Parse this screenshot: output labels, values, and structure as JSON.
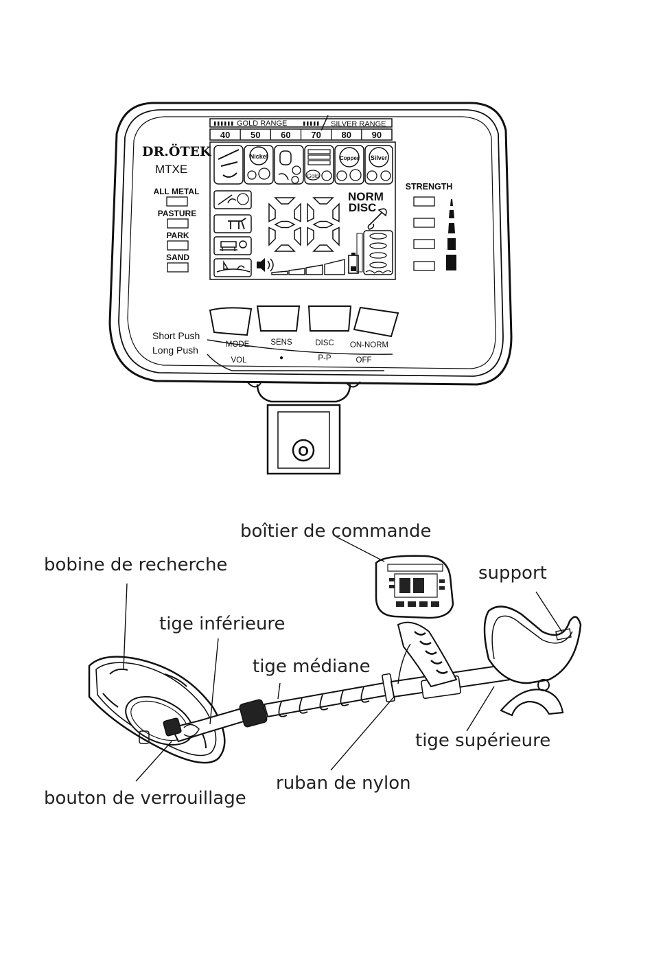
{
  "control_panel": {
    "brand": "DR.ÖTEK",
    "model": "MTXE",
    "range_bar": {
      "gold_label": "GOLD RANGE",
      "silver_label": "SILVER RANGE",
      "scale": [
        "40",
        "50",
        "60",
        "70",
        "80",
        "90"
      ]
    },
    "target_icons": [
      "Nickel",
      "Copper",
      "Silver",
      "Gold"
    ],
    "modes": [
      "ALL METAL",
      "PASTURE",
      "PARK",
      "SAND"
    ],
    "display": {
      "digits": "88",
      "mode_line1": "NORM",
      "mode_line2": "DISC"
    },
    "strength_label": "STRENGTH",
    "press_types": {
      "short": "Short Push",
      "long": "Long Push"
    },
    "buttons": [
      {
        "short": "MODE",
        "long": "VOL"
      },
      {
        "short": "SENS",
        "long": "●"
      },
      {
        "short": "DISC",
        "long": "P-P"
      },
      {
        "short": "ON-NORM",
        "long": "OFF"
      }
    ],
    "mount_glyph": "O"
  },
  "parts": {
    "control_box": "boîtier de commande",
    "search_coil": "bobine de recherche",
    "support": "support",
    "lower_shaft": "tige inférieure",
    "middle_shaft": "tige médiane",
    "upper_shaft": "tige supérieure",
    "nylon_strap": "ruban de nylon",
    "lock_button": "bouton de verrouillage"
  }
}
